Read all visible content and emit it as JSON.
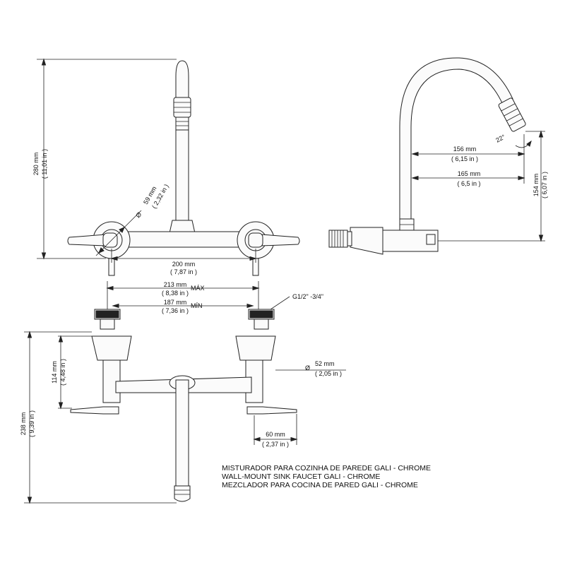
{
  "dimensions": {
    "height_total": {
      "mm": "280 mm",
      "in": "( 11,01 in )"
    },
    "handle_diameter": {
      "mm": "59 mm",
      "in": "( 2,32 in )",
      "symbol": "Ø"
    },
    "base_width": {
      "mm": "200 mm",
      "in": "( 7,87 in )"
    },
    "spacing_max": {
      "mm": "213 mm",
      "in": "( 8,38 in )",
      "label": "MÁX"
    },
    "spacing_min": {
      "mm": "187 mm",
      "in": "( 7,36 in )",
      "label": "MÍN"
    },
    "thread": {
      "label": "G1/2\" -3/4\""
    },
    "side_reach_1": {
      "mm": "156 mm",
      "in": "( 6,15 in )"
    },
    "side_reach_2": {
      "mm": "165 mm",
      "in": "( 6,5 in )"
    },
    "side_height": {
      "mm": "154 mm",
      "in": "( 6,07 in )"
    },
    "spout_angle": {
      "label": "22°"
    },
    "front_height": {
      "mm": "114 mm",
      "in": "( 4,48 in )"
    },
    "total_depth": {
      "mm": "238 mm",
      "in": "( 9,39 in )"
    },
    "flange_diameter": {
      "mm": "52 mm",
      "in": "( 2,05 in )",
      "symbol": "Ø"
    },
    "handle_length": {
      "mm": "60 mm",
      "in": "( 2,37 in )"
    }
  },
  "caption": {
    "pt": "MISTURADOR PARA COZINHA DE PAREDE GALI - CHROME",
    "en": "WALL-MOUNT SINK FAUCET  GALI - CHROME",
    "es": "MEZCLADOR PARA COCINA DE PARED GALI - CHROME"
  }
}
